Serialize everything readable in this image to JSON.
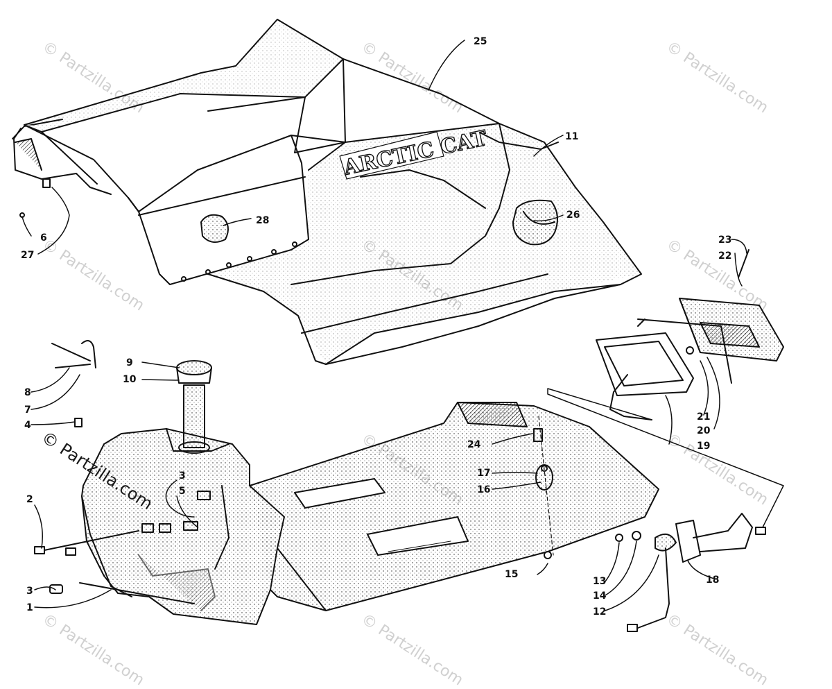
{
  "watermark": "© Partzilla.com",
  "brand_text": "ARCTIC CAT",
  "callouts": [
    "25",
    "11",
    "28",
    "26",
    "6",
    "27",
    "23",
    "22",
    "9",
    "10",
    "8",
    "7",
    "4",
    "21",
    "20",
    "19",
    "24",
    "3",
    "5",
    "17",
    "16",
    "2",
    "3",
    "1",
    "15",
    "13",
    "14",
    "12",
    "18"
  ]
}
